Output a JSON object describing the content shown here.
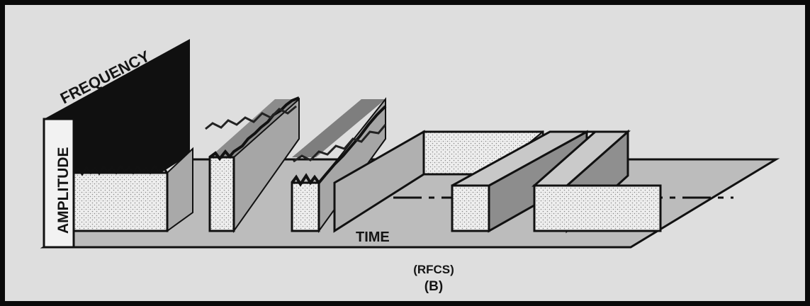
{
  "figure": {
    "axis_labels": {
      "frequency": "FREQUENCY",
      "amplitude": "AMPLITUDE",
      "time": "TIME"
    },
    "caption": "(RFCS)",
    "panel_label": "(B)"
  }
}
